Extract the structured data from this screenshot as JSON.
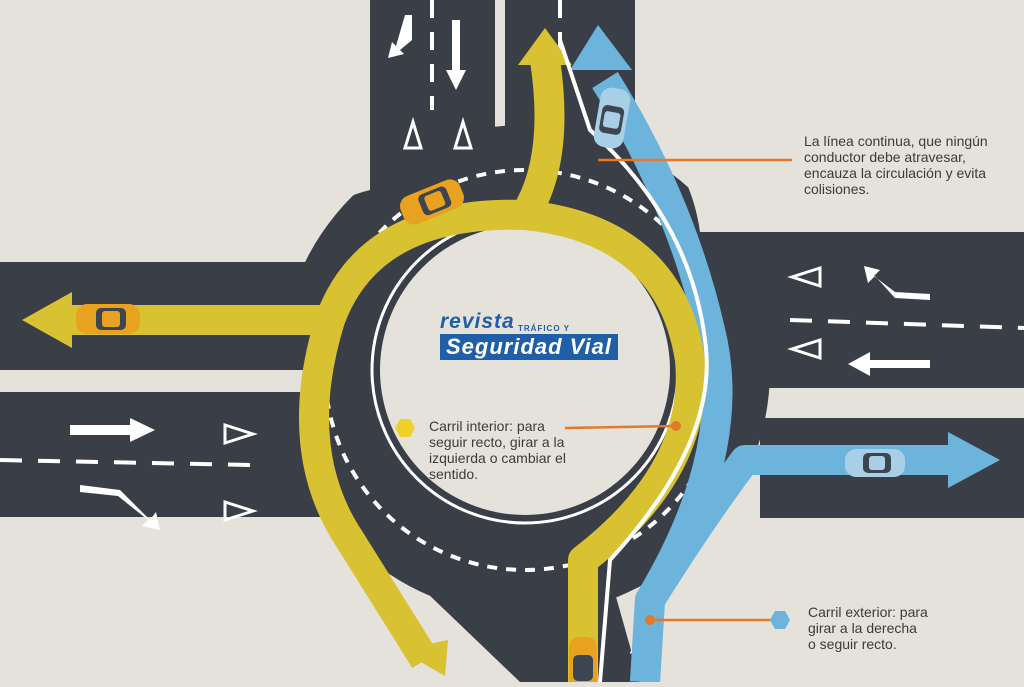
{
  "brand": {
    "line1": "revista",
    "line2": "TRÁFICO Y",
    "line3": "Seguridad Vial"
  },
  "annotations": {
    "continuous_line": [
      "La línea continua, que ningún",
      "conductor debe atravesar,",
      "encauza la circulación y evita",
      "colisiones."
    ],
    "inner_lane": [
      "Carril interior: para",
      "seguir recto, girar a la",
      "izquierda o cambiar el",
      "sentido."
    ],
    "outer_lane": [
      "Carril exterior: para",
      "girar a la derecha",
      "o seguir recto."
    ]
  },
  "colors": {
    "background": "#e4e2db",
    "asphalt": "#3a3f47",
    "inner_lane_arrow": "#d9c232",
    "outer_lane_arrow": "#6cb4dc",
    "leader_line": "#e27a2c",
    "brand": "#1f5fa8"
  }
}
